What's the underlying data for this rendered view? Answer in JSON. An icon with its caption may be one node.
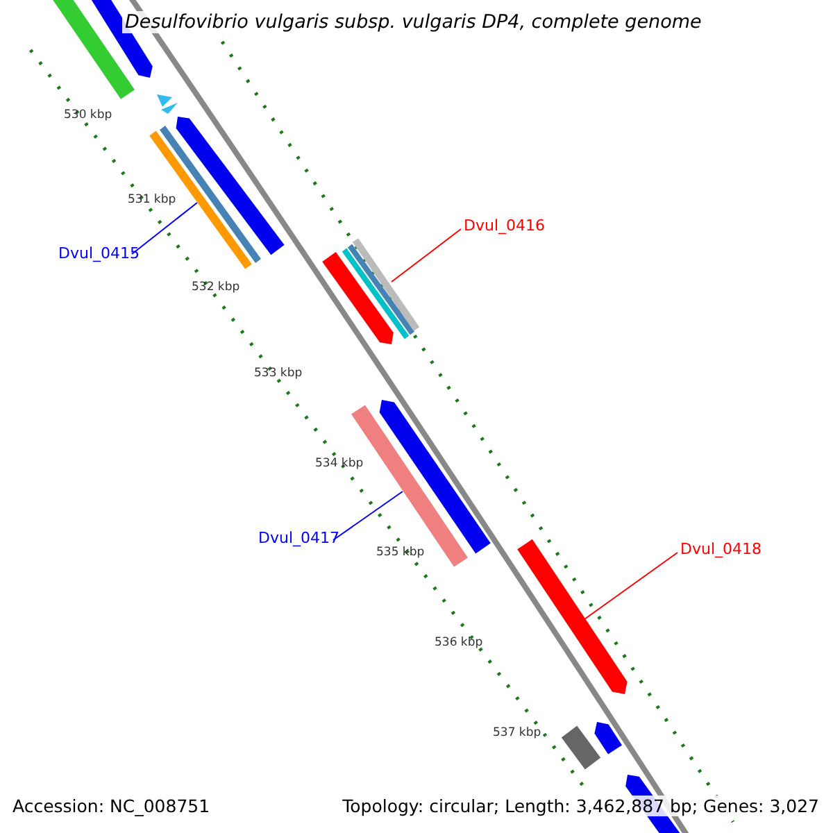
{
  "diagram": {
    "title": "Desulfovibrio vulgaris subsp. vulgaris DP4, complete genome",
    "nodes": [
      {
        "text": [
          "Dvul_0415"
        ]
      },
      {
        "text": [
          "Dvul_0416"
        ]
      },
      {
        "text": [
          "Dvul_0417"
        ]
      },
      {
        "text": [
          "Dvul_0418"
        ]
      },
      {
        "text": [],
        "shape": "bar"
      },
      {
        "text": [],
        "shape": "bar"
      },
      {
        "text": [],
        "shape": "bar"
      },
      {
        "text": [],
        "shape": "bar"
      }
    ],
    "edges": [
      {
        "from": 0,
        "to": 4,
        "arrow": "none",
        "color": "#0000ff"
      },
      {
        "from": 1,
        "to": 5,
        "arrow": "none",
        "color": "#ff0000"
      },
      {
        "from": 2,
        "to": 6,
        "arrow": "none",
        "color": "#0000ff"
      },
      {
        "from": 3,
        "to": 7,
        "arrow": "none",
        "color": "#ff0000"
      }
    ],
    "labels": [
      "530 kbp",
      "531 kbp",
      "532 kbp",
      "533 kbp",
      "534 kbp",
      "535 kbp",
      "536 kbp",
      "537 kbp",
      "Accession: NC_008751",
      "Topology: circular; Length: 3,462,887 bp; Genes: 3,027"
    ]
  }
}
